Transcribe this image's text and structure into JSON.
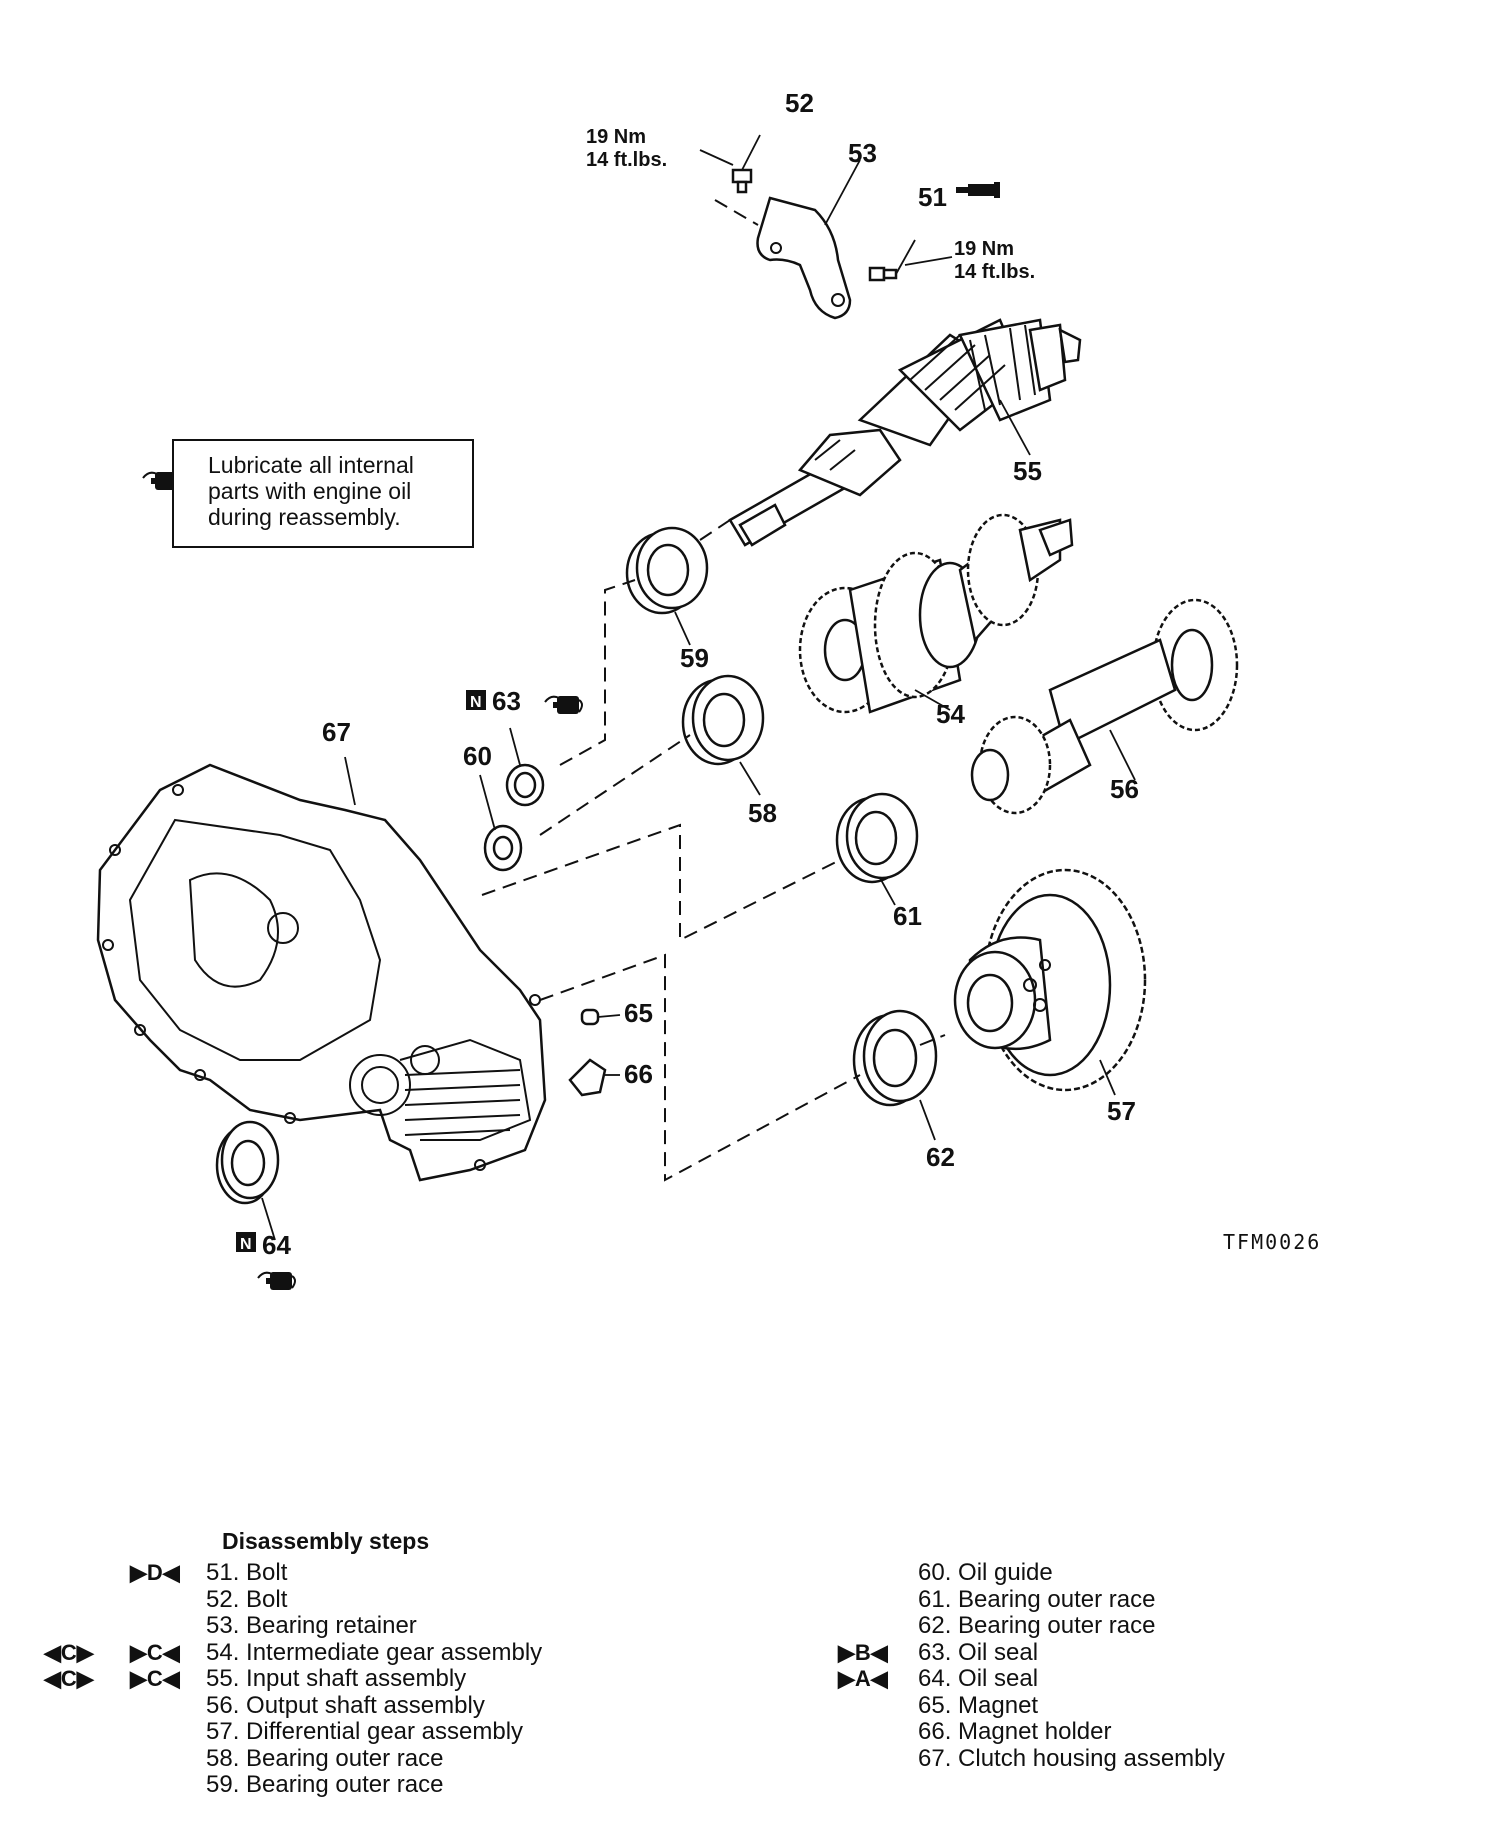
{
  "diagram": {
    "callouts": {
      "c51": "51",
      "c52": "52",
      "c53": "53",
      "c54": "54",
      "c55": "55",
      "c56": "56",
      "c57": "57",
      "c58": "58",
      "c59": "59",
      "c60": "60",
      "c61": "61",
      "c62": "62",
      "c63": "63",
      "c64": "64",
      "c65": "65",
      "c66": "66",
      "c67": "67"
    },
    "torque_bolt52": {
      "nm": "19 Nm",
      "ftlbs": "14 ft.lbs."
    },
    "torque_bolt51": {
      "nm": "19 Nm",
      "ftlbs": "14 ft.lbs."
    },
    "note": {
      "line1": "Lubricate all internal",
      "line2": "parts with engine oil",
      "line3": "during reassembly."
    },
    "new_part_mark": "N",
    "figure_code": "TFM0026"
  },
  "steps": {
    "title": "Disassembly steps",
    "left": [
      {
        "m1": "",
        "m2": "▶D◀",
        "text": "51. Bolt"
      },
      {
        "m1": "",
        "m2": "",
        "text": "52. Bolt"
      },
      {
        "m1": "",
        "m2": "",
        "text": "53. Bearing retainer"
      },
      {
        "m1": "◀C▶",
        "m2": "▶C◀",
        "text": "54. Intermediate gear assembly"
      },
      {
        "m1": "◀C▶",
        "m2": "▶C◀",
        "text": "55. Input shaft assembly"
      },
      {
        "m1": "",
        "m2": "",
        "text": "56. Output shaft assembly"
      },
      {
        "m1": "",
        "m2": "",
        "text": "57. Differential gear assembly"
      },
      {
        "m1": "",
        "m2": "",
        "text": "58. Bearing outer race"
      },
      {
        "m1": "",
        "m2": "",
        "text": "59. Bearing outer race"
      }
    ],
    "right": [
      {
        "m2": "",
        "text": "60. Oil guide"
      },
      {
        "m2": "",
        "text": "61. Bearing outer race"
      },
      {
        "m2": "",
        "text": "62. Bearing outer race"
      },
      {
        "m2": "▶B◀",
        "text": "63. Oil seal"
      },
      {
        "m2": "▶A◀",
        "text": "64. Oil seal"
      },
      {
        "m2": "",
        "text": "65. Magnet"
      },
      {
        "m2": "",
        "text": "66. Magnet holder"
      },
      {
        "m2": "",
        "text": "67. Clutch housing assembly"
      }
    ]
  }
}
